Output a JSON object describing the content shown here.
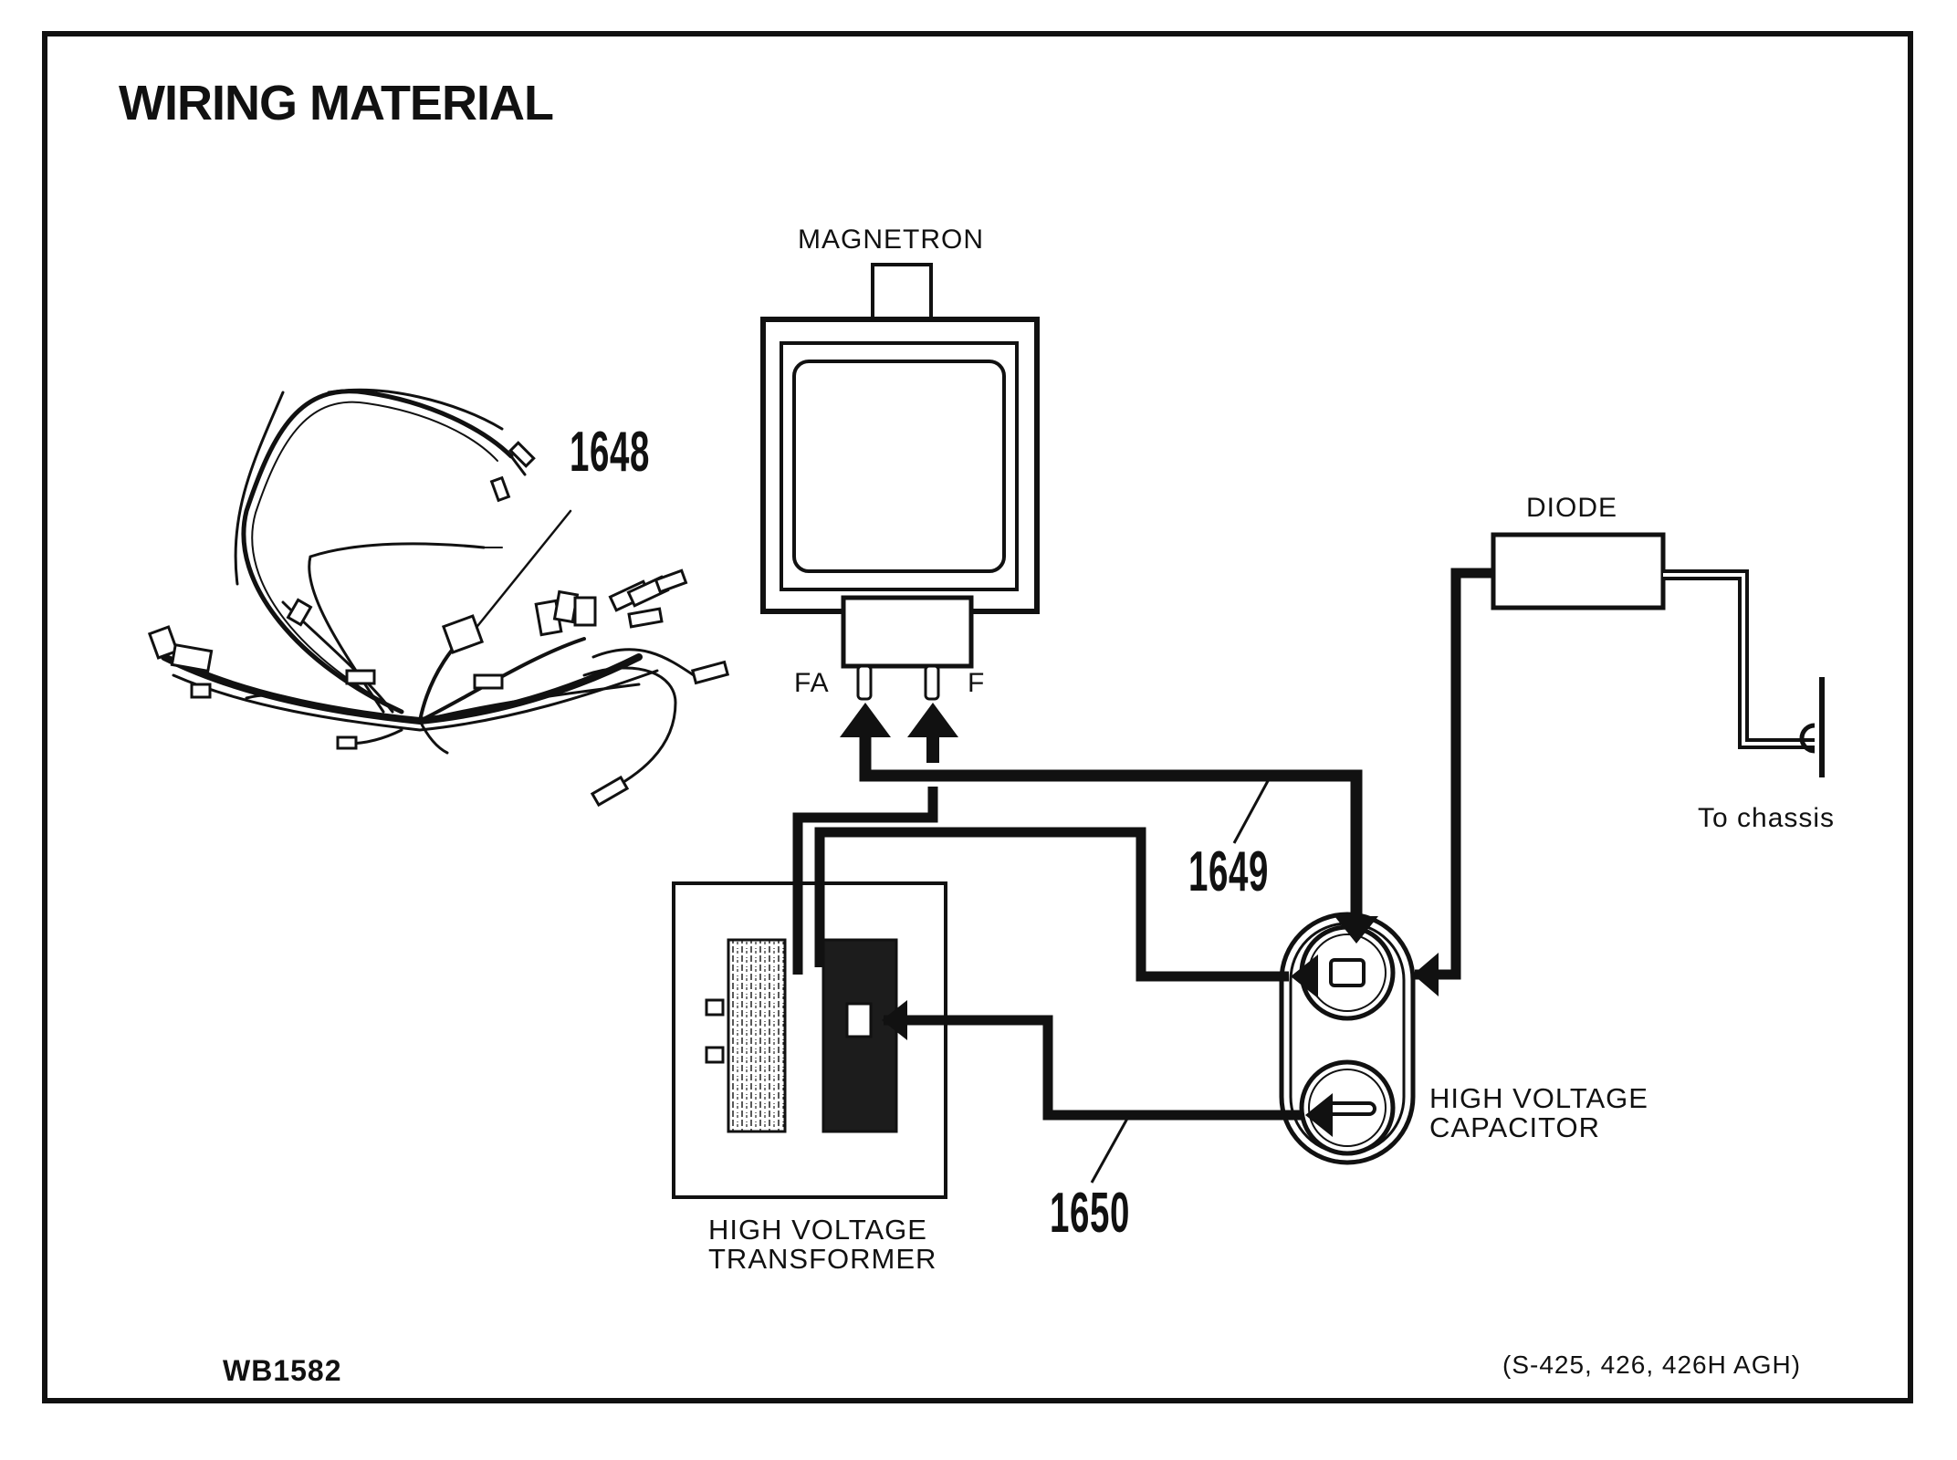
{
  "title": "WIRING MATERIAL",
  "components": {
    "magnetron": "MAGNETRON",
    "diode": "DIODE",
    "transformer": [
      "HIGH VOLTAGE",
      "TRANSFORMER"
    ],
    "capacitor": [
      "HIGH VOLTAGE",
      "CAPACITOR"
    ],
    "chassis": "To chassis"
  },
  "terminals": {
    "fa": "FA",
    "f": "F"
  },
  "part_numbers": {
    "harness": "1648",
    "wire_a": "1649",
    "wire_b": "1650"
  },
  "footer": {
    "figure_code": "WB1582",
    "models": "(S-425, 426, 426H AGH)"
  },
  "colors": {
    "ink": "#111111",
    "fill_dark": "#1c1c1c",
    "paper": "#ffffff"
  }
}
